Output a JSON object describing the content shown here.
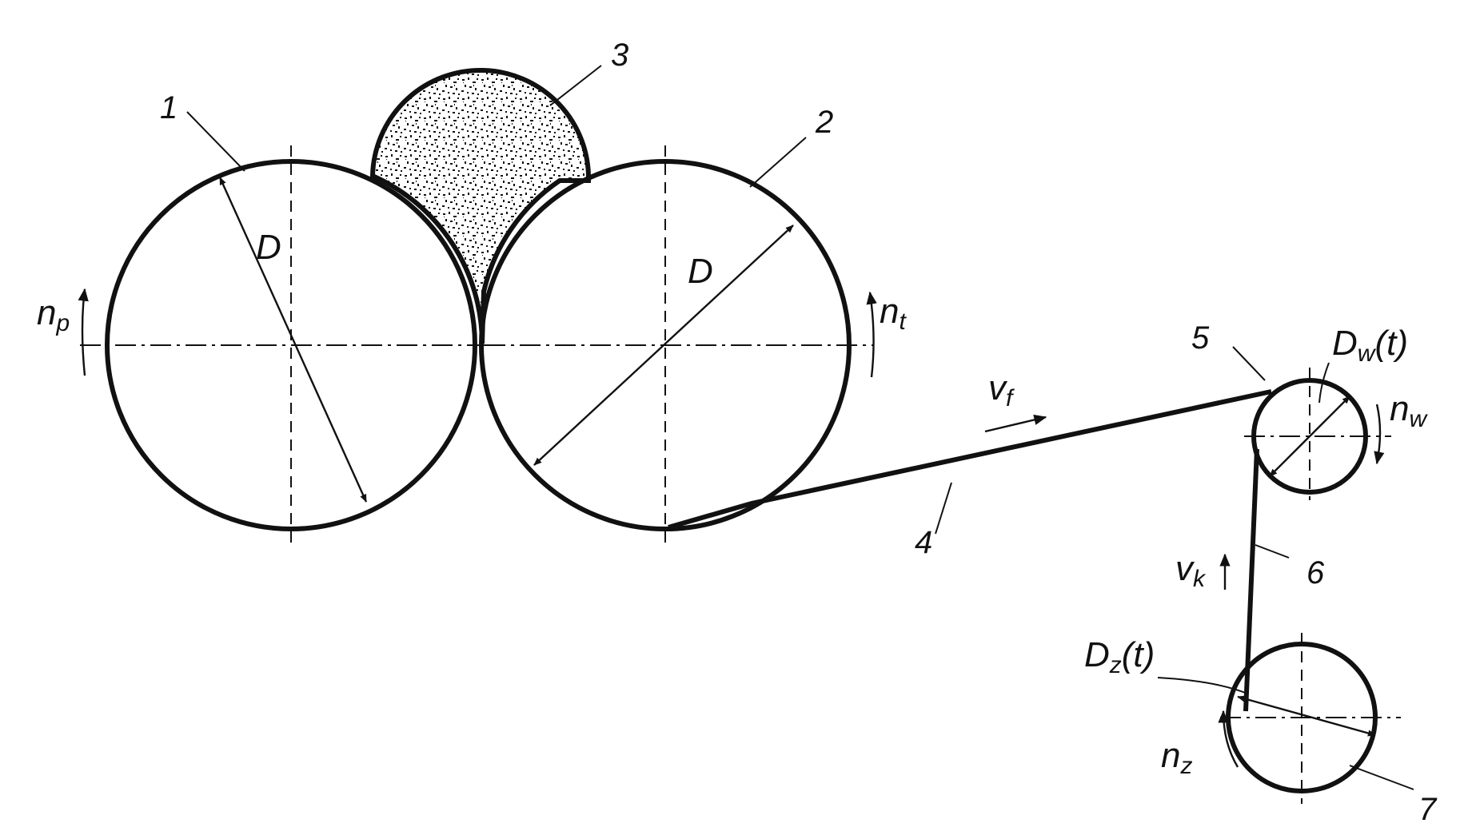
{
  "parts": {
    "p1": "1",
    "p2": "2",
    "p3": "3",
    "p4": "4",
    "p5": "5",
    "p6": "6",
    "p7": "7"
  },
  "symbols": {
    "d_left": "D",
    "d_right": "D",
    "n_left": "n",
    "n_left_sub": "p",
    "n_right": "n",
    "n_right_sub": "t",
    "v_film": "v",
    "v_film_sub": "f",
    "v_vertical": "v",
    "v_vertical_sub": "k",
    "n_top_roll": "n",
    "n_top_roll_sub": "w",
    "n_bottom_roll": "n",
    "n_bottom_roll_sub": "z",
    "d_top_roll": "D",
    "d_top_roll_sub": "w",
    "d_top_roll_arg": "(t)",
    "d_bottom_roll": "D",
    "d_bottom_roll_sub": "z",
    "d_bottom_roll_arg": "(t)"
  },
  "colors": {
    "ink": "#111111",
    "background": "#ffffff"
  }
}
